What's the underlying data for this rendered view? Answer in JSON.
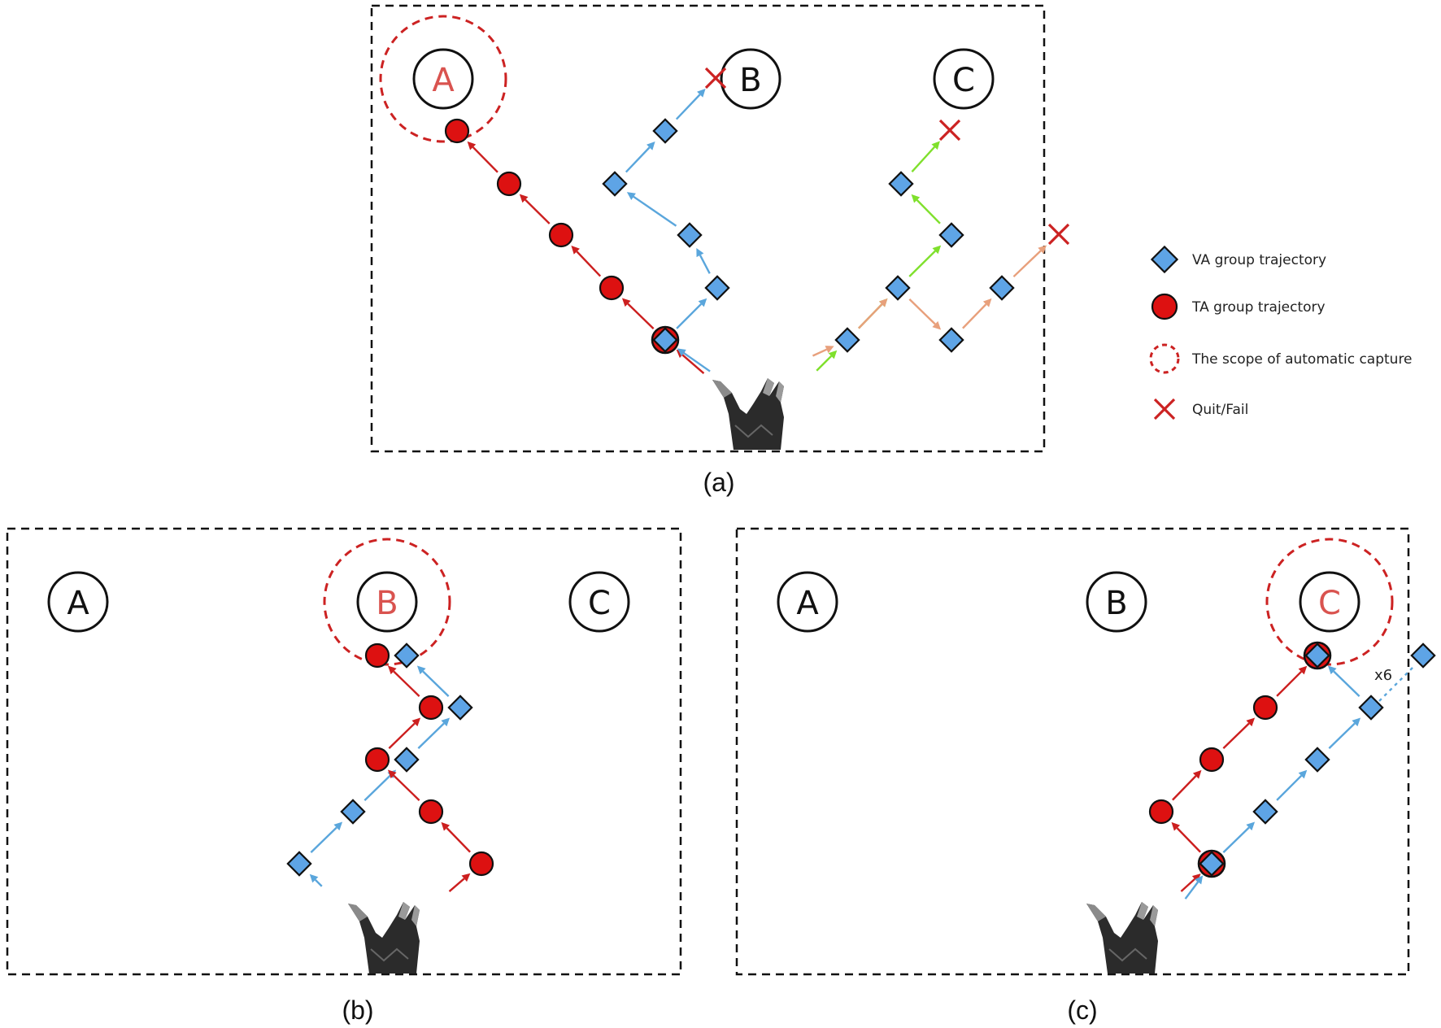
{
  "colors": {
    "va": "#5ea4e6",
    "va_arrow": "#5aa6dc",
    "ta": "#dd1111",
    "ta_arrow": "#cc1f1f",
    "capture": "#cc2222",
    "fail": "#cc2222",
    "green_arrow": "#7fe02c",
    "salmon_arrow": "#e8a07c",
    "frame": "#111111",
    "target_highlight": "#d9534f"
  },
  "legend": [
    {
      "marker": "diamond",
      "label": "VA group trajectory"
    },
    {
      "marker": "circle",
      "label": "TA group trajectory"
    },
    {
      "marker": "dashed-circle",
      "label": "The scope of automatic capture"
    },
    {
      "marker": "cross",
      "label": "Quit/Fail"
    }
  ],
  "panels": [
    {
      "id": "a",
      "caption": "(a)",
      "captured": "A",
      "targets": [
        "A",
        "B",
        "C"
      ],
      "multiplier": ""
    },
    {
      "id": "b",
      "caption": "(b)",
      "captured": "B",
      "targets": [
        "A",
        "B",
        "C"
      ],
      "multiplier": ""
    },
    {
      "id": "c",
      "caption": "(c)",
      "captured": "C",
      "targets": [
        "A",
        "B",
        "C"
      ],
      "multiplier": "x6"
    }
  ]
}
